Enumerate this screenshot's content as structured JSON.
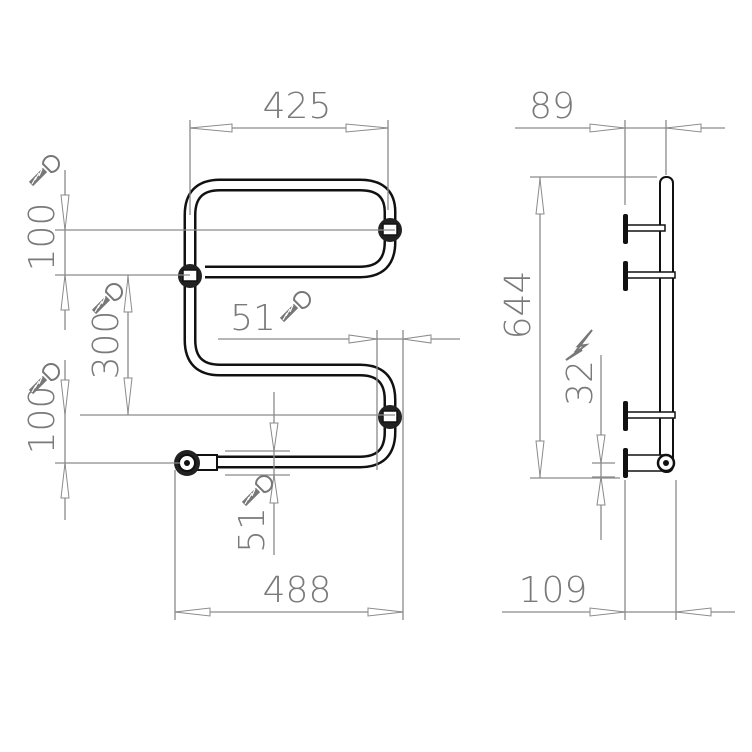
{
  "diagram": {
    "front_view": {
      "width_top": "425",
      "bracket_spacing_top": "100",
      "bracket_spacing_middle": "300",
      "bracket_spacing_bottom": "100",
      "wall_offset_horizontal": "51",
      "wall_offset_vertical": "51",
      "width_total": "488"
    },
    "side_view": {
      "depth_top": "89",
      "height": "644",
      "connector_height": "32",
      "depth_total": "109"
    },
    "icons": [
      "screw-icon",
      "electric-icon"
    ]
  }
}
